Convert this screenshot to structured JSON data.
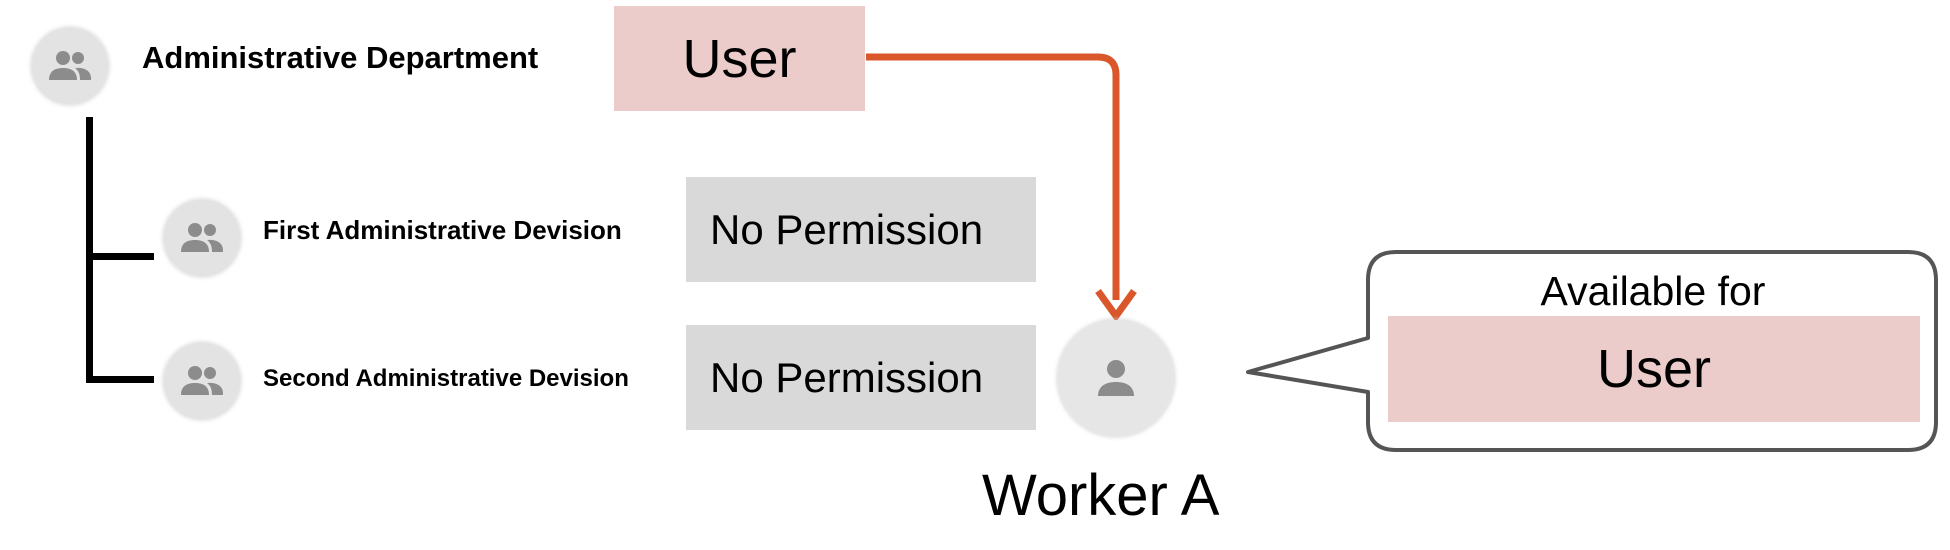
{
  "colors": {
    "user_fill": "#ecccca",
    "no_permission_fill": "#d9d9d9",
    "arrow": "#d9572b",
    "avatar_fill": "#e3e3e3",
    "icon": "#8c8c8c"
  },
  "tree": {
    "root": {
      "icon": "group-icon",
      "label": "Administrative Department",
      "permission": "User"
    },
    "children": [
      {
        "icon": "group-icon",
        "label": "First Administrative Devision",
        "permission": "No Permission"
      },
      {
        "icon": "group-icon",
        "label": "Second Administrative Devision",
        "permission": "No Permission"
      }
    ]
  },
  "worker": {
    "icon": "person-icon",
    "name": "Worker A"
  },
  "callout": {
    "heading": "Available for",
    "permission": "User"
  }
}
